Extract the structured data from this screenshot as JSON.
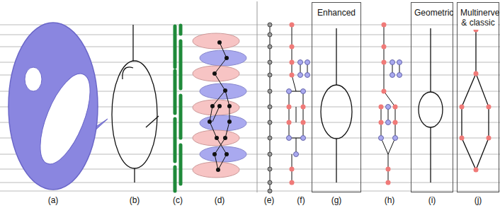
{
  "diagram": {
    "nodes": [
      {
        "text": [
          "Enhanced"
        ]
      },
      {
        "text": [
          "Geometric"
        ]
      },
      {
        "text": [
          "Multinerve & classic"
        ]
      }
    ],
    "labels": [
      "(a)",
      "(b)",
      "(c)",
      "(d)",
      "(e)",
      "(f)",
      "(g)",
      "(h)",
      "(i)",
      "(j)"
    ]
  }
}
